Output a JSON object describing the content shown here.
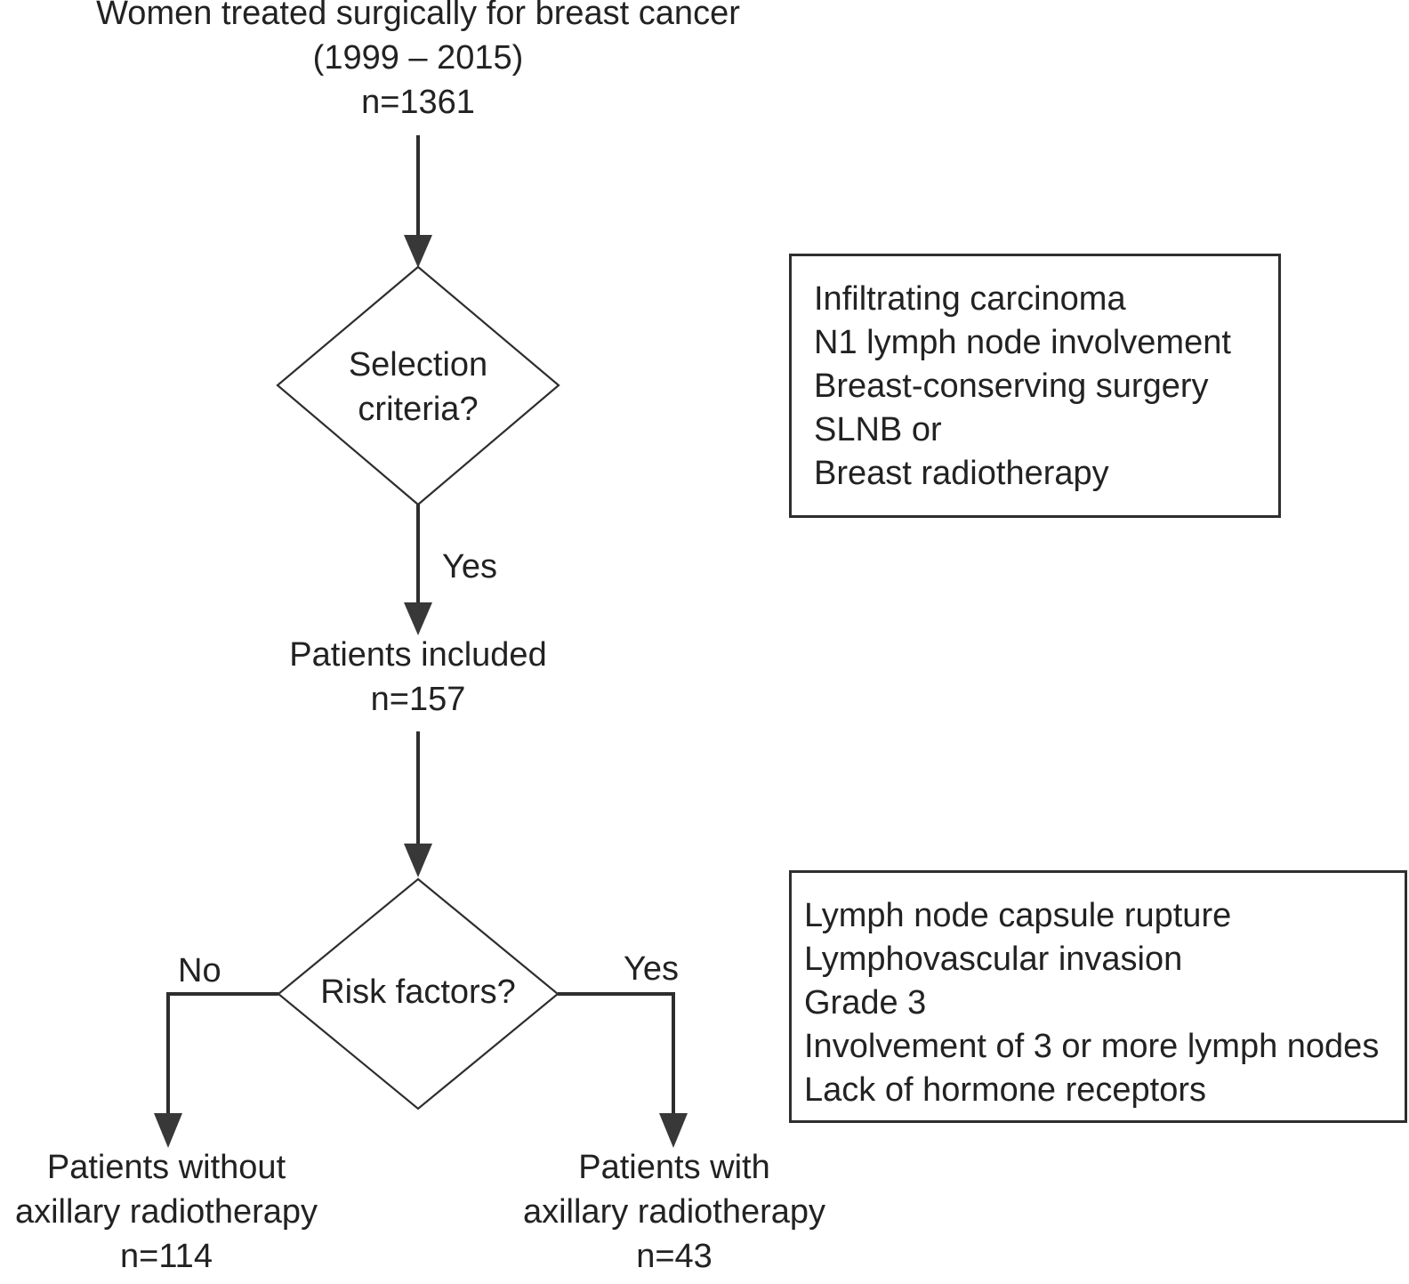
{
  "nodes": {
    "start": {
      "lines": [
        "Women treated surgically for breast cancer",
        "(1999 – 2015)",
        "n=1361"
      ]
    },
    "decision_selection": {
      "lines": [
        "Selection",
        "criteria?"
      ]
    },
    "patients_included": {
      "lines": [
        "Patients included",
        "n=157"
      ]
    },
    "decision_risk": {
      "label": "Risk factors?"
    },
    "outcome_without": {
      "lines": [
        "Patients without",
        "axillary radiotherapy",
        "n=114"
      ]
    },
    "outcome_with": {
      "lines": [
        "Patients with",
        "axillary radiotherapy",
        "n=43"
      ]
    }
  },
  "edges": {
    "selection_yes": "Yes",
    "risk_no": "No",
    "risk_yes": "Yes"
  },
  "notes": {
    "selection_criteria": {
      "items": [
        "Infiltrating carcinoma",
        "N1 lymph node involvement",
        "Breast-conserving surgery",
        "SLNB or",
        "Breast radiotherapy"
      ]
    },
    "risk_factors": {
      "items": [
        "Lymph node capsule rupture",
        "Lymphovascular invasion",
        "Grade 3",
        "Involvement of 3 or more lymph nodes",
        "Lack of hormone receptors"
      ]
    }
  },
  "colors": {
    "background": "#ffffff",
    "text": "#222222",
    "line": "#2e2e2e"
  }
}
